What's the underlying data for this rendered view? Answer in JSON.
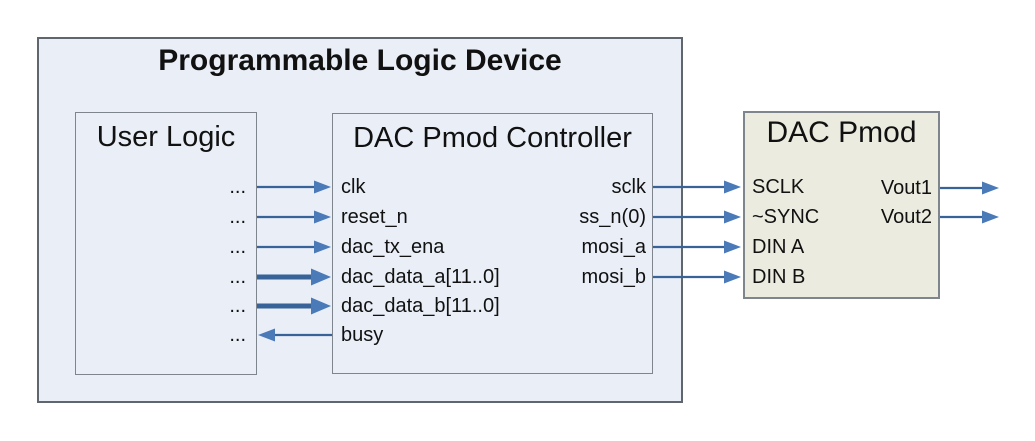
{
  "colors": {
    "page_background": "#ffffff",
    "pld_fill": "#e9eef7",
    "pld_border": "#5f666d",
    "inner_box_border": "#7e858d",
    "pmod_fill": "#ecebdf",
    "arrow_line": "#376399",
    "arrow_head": "#4a7ab8",
    "text": "#111111"
  },
  "pld": {
    "title": "Programmable Logic Device"
  },
  "user_logic": {
    "title": "User Logic",
    "ports": [
      "...",
      "...",
      "...",
      "...",
      "...",
      "..."
    ]
  },
  "controller": {
    "title": "DAC Pmod Controller",
    "left_ports": [
      "clk",
      "reset_n",
      "dac_tx_ena",
      "dac_data_a[11..0]",
      "dac_data_b[11..0]",
      "busy"
    ],
    "right_ports": [
      "sclk",
      "ss_n(0)",
      "mosi_a",
      "mosi_b"
    ]
  },
  "pmod": {
    "title": "DAC Pmod",
    "left_ports": [
      "SCLK",
      "~SYNC",
      "DIN A",
      "DIN B"
    ],
    "right_ports": [
      "Vout1",
      "Vout2"
    ]
  },
  "connections": [
    {
      "from": "User Logic",
      "to": "DAC Pmod Controller",
      "signal": "clk",
      "direction": "right",
      "width": "single"
    },
    {
      "from": "User Logic",
      "to": "DAC Pmod Controller",
      "signal": "reset_n",
      "direction": "right",
      "width": "single"
    },
    {
      "from": "User Logic",
      "to": "DAC Pmod Controller",
      "signal": "dac_tx_ena",
      "direction": "right",
      "width": "single"
    },
    {
      "from": "User Logic",
      "to": "DAC Pmod Controller",
      "signal": "dac_data_a[11..0]",
      "direction": "right",
      "width": "bus"
    },
    {
      "from": "User Logic",
      "to": "DAC Pmod Controller",
      "signal": "dac_data_b[11..0]",
      "direction": "right",
      "width": "bus"
    },
    {
      "from": "DAC Pmod Controller",
      "to": "User Logic",
      "signal": "busy",
      "direction": "left",
      "width": "single"
    },
    {
      "from": "DAC Pmod Controller",
      "to": "DAC Pmod",
      "signal": "sclk to SCLK",
      "direction": "right",
      "width": "single"
    },
    {
      "from": "DAC Pmod Controller",
      "to": "DAC Pmod",
      "signal": "ss_n(0) to ~SYNC",
      "direction": "right",
      "width": "single"
    },
    {
      "from": "DAC Pmod Controller",
      "to": "DAC Pmod",
      "signal": "mosi_a to DIN A",
      "direction": "right",
      "width": "single"
    },
    {
      "from": "DAC Pmod Controller",
      "to": "DAC Pmod",
      "signal": "mosi_b to DIN B",
      "direction": "right",
      "width": "single"
    },
    {
      "from": "DAC Pmod",
      "to": "off-page",
      "signal": "Vout1",
      "direction": "right",
      "width": "single"
    },
    {
      "from": "DAC Pmod",
      "to": "off-page",
      "signal": "Vout2",
      "direction": "right",
      "width": "single"
    }
  ]
}
